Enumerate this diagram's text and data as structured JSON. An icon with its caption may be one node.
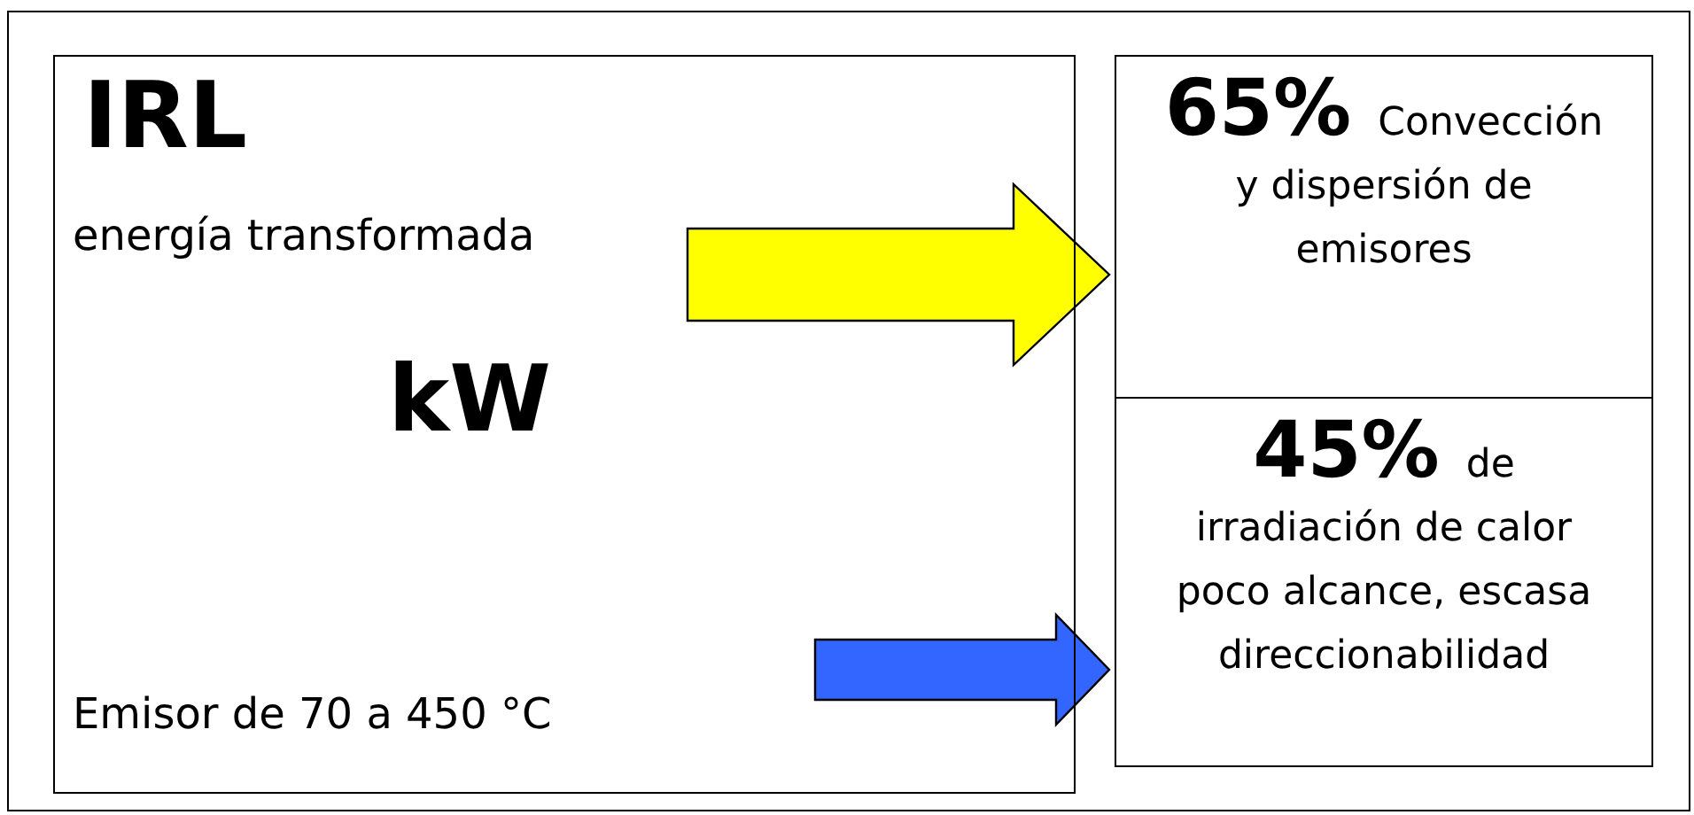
{
  "diagram": {
    "nodes": [
      {
        "text": [
          "IRL",
          "energía transformada",
          "kW",
          "Emisor de 70 a 450 °C"
        ]
      },
      {
        "text": [
          "**65%** Convección y dispersión de emisores"
        ]
      },
      {
        "text": [
          "**45%** de irradiación de calor poco alcance, escasa direccionabilidad"
        ]
      }
    ],
    "edges": [
      {
        "from": null,
        "to": 1,
        "arrow": "to",
        "style": "thick",
        "color": "#ffff00"
      },
      {
        "from": null,
        "to": 2,
        "arrow": "to",
        "style": "thick",
        "color": "#3366ff"
      }
    ]
  }
}
